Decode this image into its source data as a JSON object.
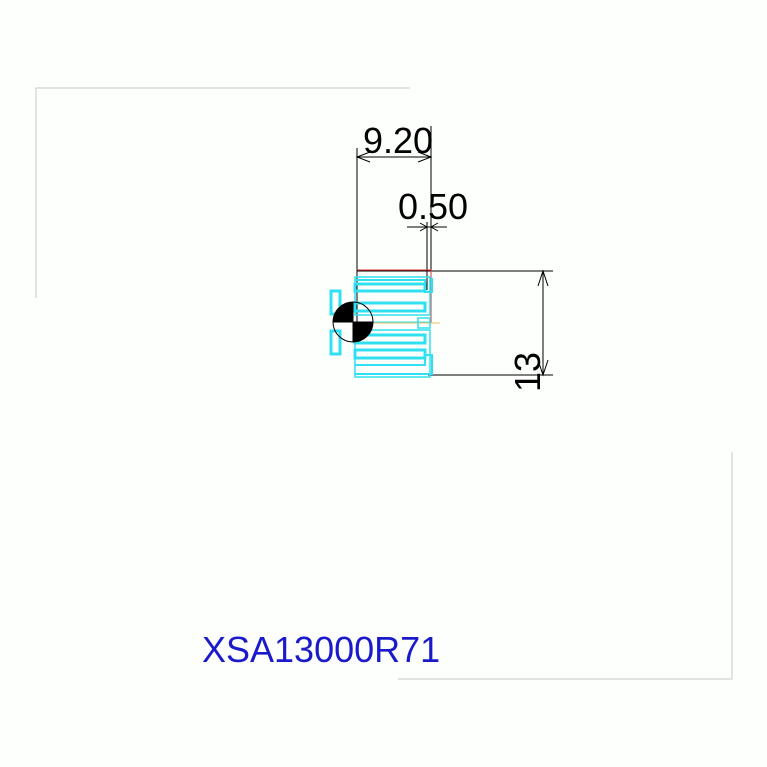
{
  "dimensions": {
    "width_label": "9.20",
    "gap_label": "0.50",
    "height_label": "13"
  },
  "part_number": "XSA13000R71",
  "colors": {
    "background": "#fdfffd",
    "frame": "#c8c8c8",
    "dimension_lines": "#000000",
    "part_outline": "#30e0f0",
    "outline_red": "#e03030",
    "part_number": "#1a1acc"
  },
  "icons": {
    "origin_marker": "datum-target-icon"
  }
}
